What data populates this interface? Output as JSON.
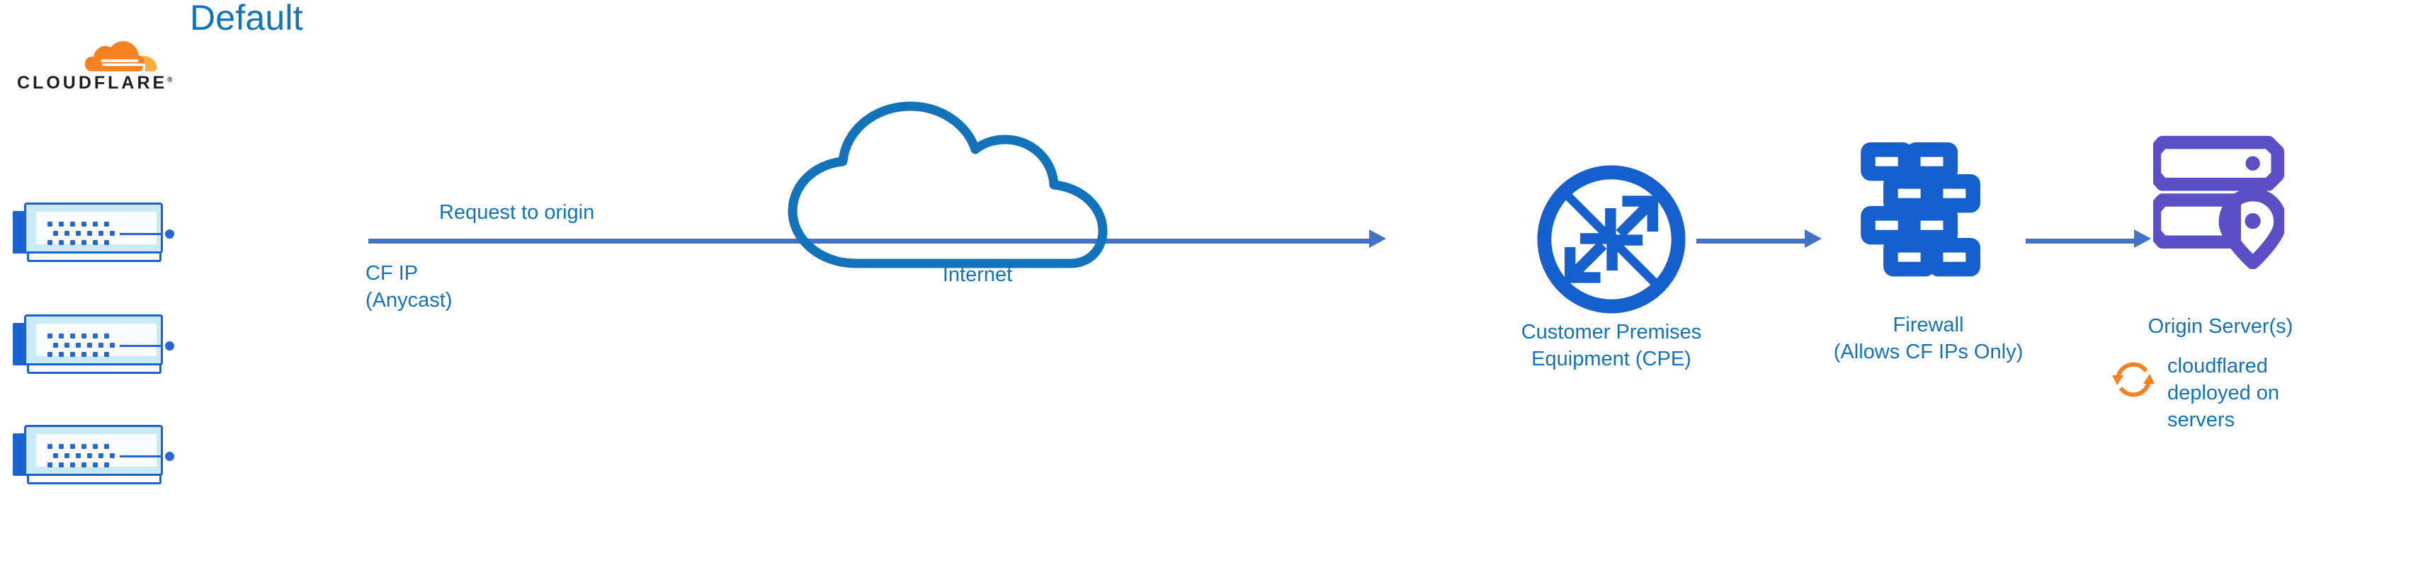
{
  "title": "Default",
  "colors": {
    "title_blue": "#1273BB",
    "label_blue": "#1273BB",
    "icon_blue": "#1560CE",
    "server_blue": "#1A62D0",
    "server_inner": "#CCEAF5",
    "arrow_blue": "#4472C4",
    "cloud_outline": "#1273BB",
    "origin_purple": "#5B4FC7",
    "cloudflare_orange": "#F6821F",
    "cloudflare_orange_light": "#FBAD41",
    "wordmark_black": "#1D1D1B"
  },
  "brand": {
    "logo_wordmark": "CLOUDFLARE",
    "logo_registered_mark": "®",
    "logo_icon_name": "cloudflare-cloud-logo"
  },
  "edge": {
    "server_count": 3,
    "server_icon_name": "cloudflare-edge-server",
    "ip_label": "CF IP\n(Anycast)"
  },
  "flow": {
    "request_label": "Request to origin",
    "arrow_icon_name": "right-arrow"
  },
  "internet": {
    "label": "Internet",
    "icon_name": "cloud-outline"
  },
  "nodes": [
    {
      "id": "cpe",
      "caption": "Customer Premises\nEquipment (CPE)",
      "icon_name": "router-icon"
    },
    {
      "id": "firewall",
      "caption": "Firewall\n(Allows CF IPs Only)",
      "icon_name": "brick-wall-firewall-icon"
    },
    {
      "id": "origin",
      "caption": "Origin Server(s)",
      "icon_name": "origin-server-location-pin-icon"
    }
  ],
  "cloudflared": {
    "text": "cloudflared\ndeployed on\nservers",
    "icon_name": "sync-refresh-icon"
  }
}
